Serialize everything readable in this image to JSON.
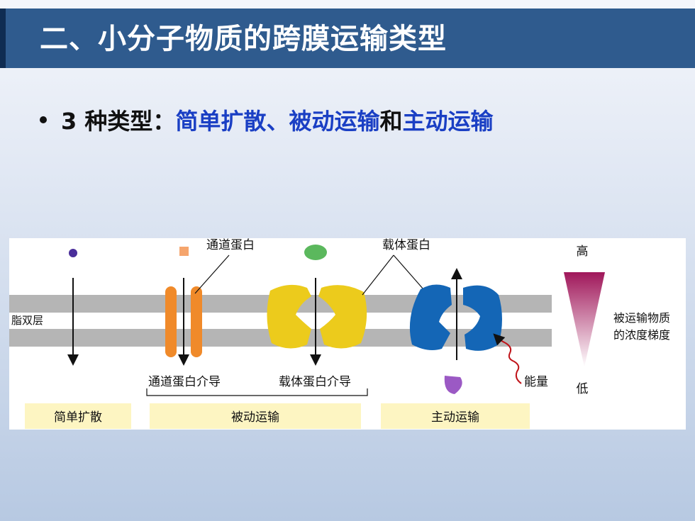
{
  "slide": {
    "title": "二、小分子物质的跨膜运输类型",
    "bullet": {
      "prefix": "3 种类型：",
      "type1": "简单扩散",
      "sep": "、",
      "type2": "被动运输",
      "conj": "和",
      "type3": "主动运输"
    }
  },
  "diagram": {
    "labels": {
      "channel_protein": "通道蛋白",
      "carrier_protein": "载体蛋白",
      "lipid_bilayer": "脂双层",
      "channel_mediated": "通道蛋白介导",
      "carrier_mediated": "载体蛋白介导",
      "energy": "能量",
      "high": "高",
      "low": "低",
      "gradient_line1": "被运输物质",
      "gradient_line2": "的浓度梯度"
    },
    "categories": {
      "simple": "简单扩散",
      "passive": "被动运输",
      "active": "主动运输"
    },
    "colors": {
      "membrane": "#b5b5b5",
      "channel": "#f08a2a",
      "carrier_passive": "#eccb1c",
      "carrier_active": "#1466b6",
      "category_box": "#fdf5c2",
      "gradient_top": "#a0175a"
    }
  }
}
